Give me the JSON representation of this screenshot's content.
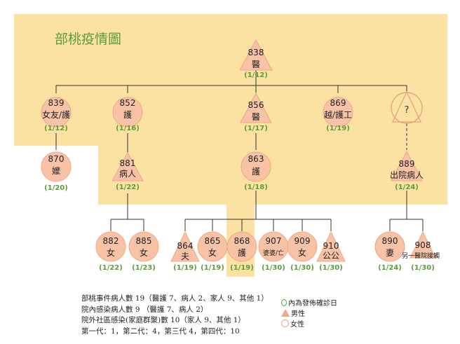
{
  "title": "部桃疫情圖",
  "nodes": [
    {
      "id": "838",
      "role": "醫",
      "date": "(1/12)",
      "shape": "triangle",
      "gen": 1
    },
    {
      "id": "839",
      "role": "女友/護",
      "date": "(1/12)",
      "shape": "circle",
      "gen": 2
    },
    {
      "id": "852",
      "role": "護",
      "date": "(1/16)",
      "shape": "circle",
      "gen": 2
    },
    {
      "id": "856",
      "role": "醫",
      "date": "(1/17)",
      "shape": "triangle",
      "gen": 2
    },
    {
      "id": "869",
      "role": "越/護工",
      "date": "(1/19)",
      "shape": "circle",
      "gen": 2
    },
    {
      "id": "?",
      "role": "",
      "date": "",
      "shape": "unknown",
      "gen": 2
    },
    {
      "id": "870",
      "role": "嬤",
      "date": "(1/20)",
      "shape": "circle",
      "gen": 3
    },
    {
      "id": "881",
      "role": "病人",
      "date": "(1/22)",
      "shape": "triangle",
      "gen": 3
    },
    {
      "id": "863",
      "role": "護",
      "date": "(1/18)",
      "shape": "circle",
      "gen": 3
    },
    {
      "id": "889",
      "role": "出院病人",
      "date": "(1/24)",
      "shape": "triangle",
      "gen": 3
    },
    {
      "id": "882",
      "role": "女",
      "date": "(1/22)",
      "shape": "circle",
      "gen": 4
    },
    {
      "id": "885",
      "role": "女",
      "date": "(1/23)",
      "shape": "circle",
      "gen": 4
    },
    {
      "id": "864",
      "role": "夫",
      "date": "(1/19)",
      "shape": "triangle",
      "gen": 4
    },
    {
      "id": "865",
      "role": "女",
      "date": "(1/19)",
      "shape": "circle",
      "gen": 4
    },
    {
      "id": "868",
      "role": "護",
      "date": "(1/19)",
      "shape": "circle",
      "gen": 4
    },
    {
      "id": "907",
      "role": "婆婆/亡",
      "date": "(1/30)",
      "shape": "circle",
      "gen": 4
    },
    {
      "id": "909",
      "role": "女",
      "date": "(1/30)",
      "shape": "circle",
      "gen": 4
    },
    {
      "id": "910",
      "role": "公公",
      "date": "(1/30)",
      "shape": "triangle",
      "gen": 4
    },
    {
      "id": "890",
      "role": "妻",
      "date": "(1/24)",
      "shape": "circle",
      "gen": 4
    },
    {
      "id": "908",
      "role": "另一醫院接觸",
      "date": "(1/30)",
      "shape": "triangle",
      "gen": 4
    }
  ],
  "summary": [
    "部桃事件病人數 19（醫護 7、病人 2、家人 9、其他 1）",
    "院內感染病人數 9 （醫護 7、病人 2）",
    "院外社區感染(家庭群聚)數 10（家人 9、其他 1）",
    "第一代：1，第二代：4，第三代 4，第四代：10"
  ],
  "legend": [
    {
      "symbol": "open-circle",
      "label": "內為發佈確診日"
    },
    {
      "symbol": "triangle",
      "label": "男性"
    },
    {
      "symbol": "circle",
      "label": "女性"
    }
  ],
  "colors": {
    "highlight": "#fbe1a2",
    "node_fill": "#f7c2a6",
    "node_stroke": "#f0a883",
    "title": "#5a9e3c",
    "date": "#5a9e3c",
    "line": "#333333"
  }
}
